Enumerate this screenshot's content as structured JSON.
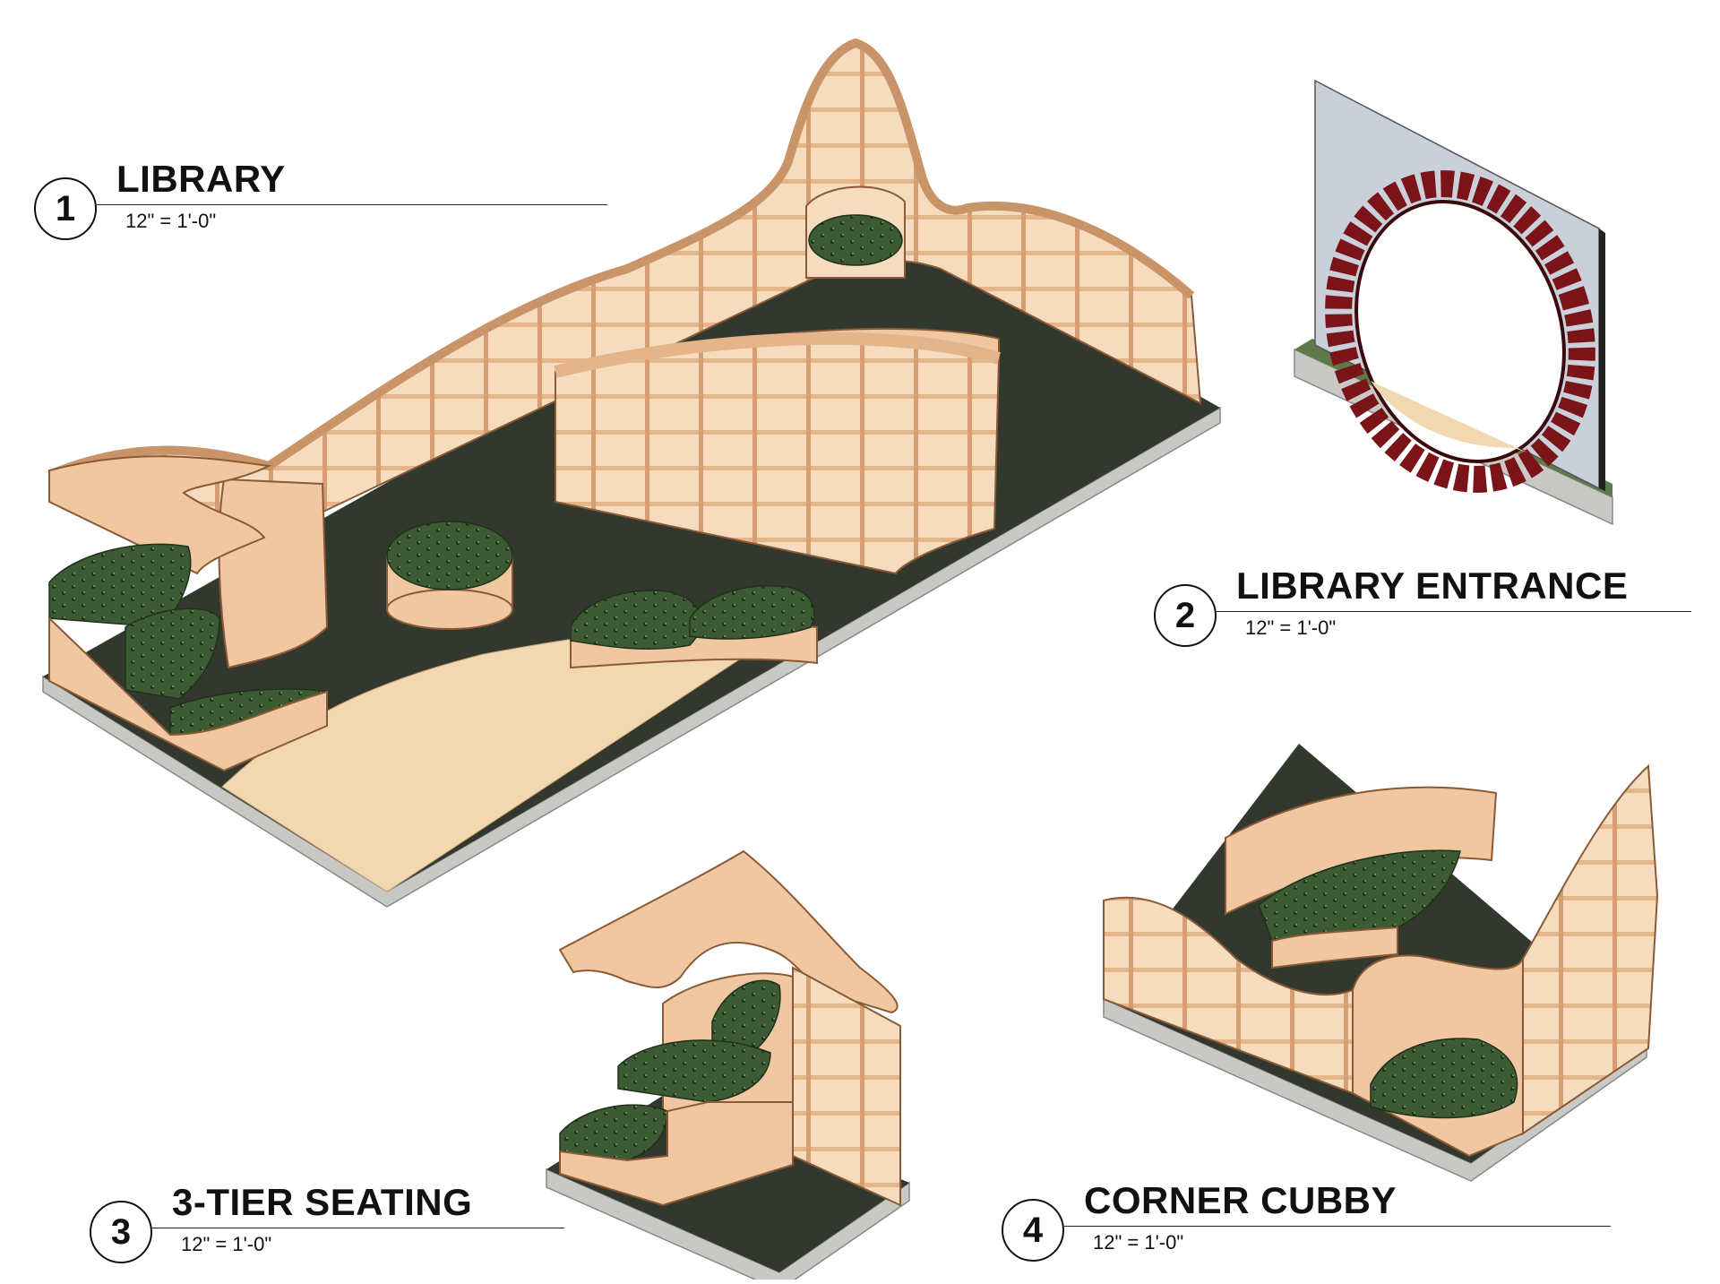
{
  "views": [
    {
      "number": "1",
      "title": "LIBRARY",
      "scale": "12\" = 1'-0\""
    },
    {
      "number": "2",
      "title": "LIBRARY ENTRANCE",
      "scale": "12\" = 1'-0\""
    },
    {
      "number": "3",
      "title": "3-TIER SEATING",
      "scale": "12\" = 1'-0\""
    },
    {
      "number": "4",
      "title": "CORNER CUBBY",
      "scale": "12\" = 1'-0\""
    }
  ],
  "colors": {
    "wood": "#F0C7A0",
    "wood_dark": "#C99468",
    "cushion": "#3C5A33",
    "floor_dark": "#33382F",
    "floor_light": "#F2D8B0",
    "base": "#C8C8C4",
    "wall": "#C9D0DA",
    "ring": "#7A1418"
  }
}
